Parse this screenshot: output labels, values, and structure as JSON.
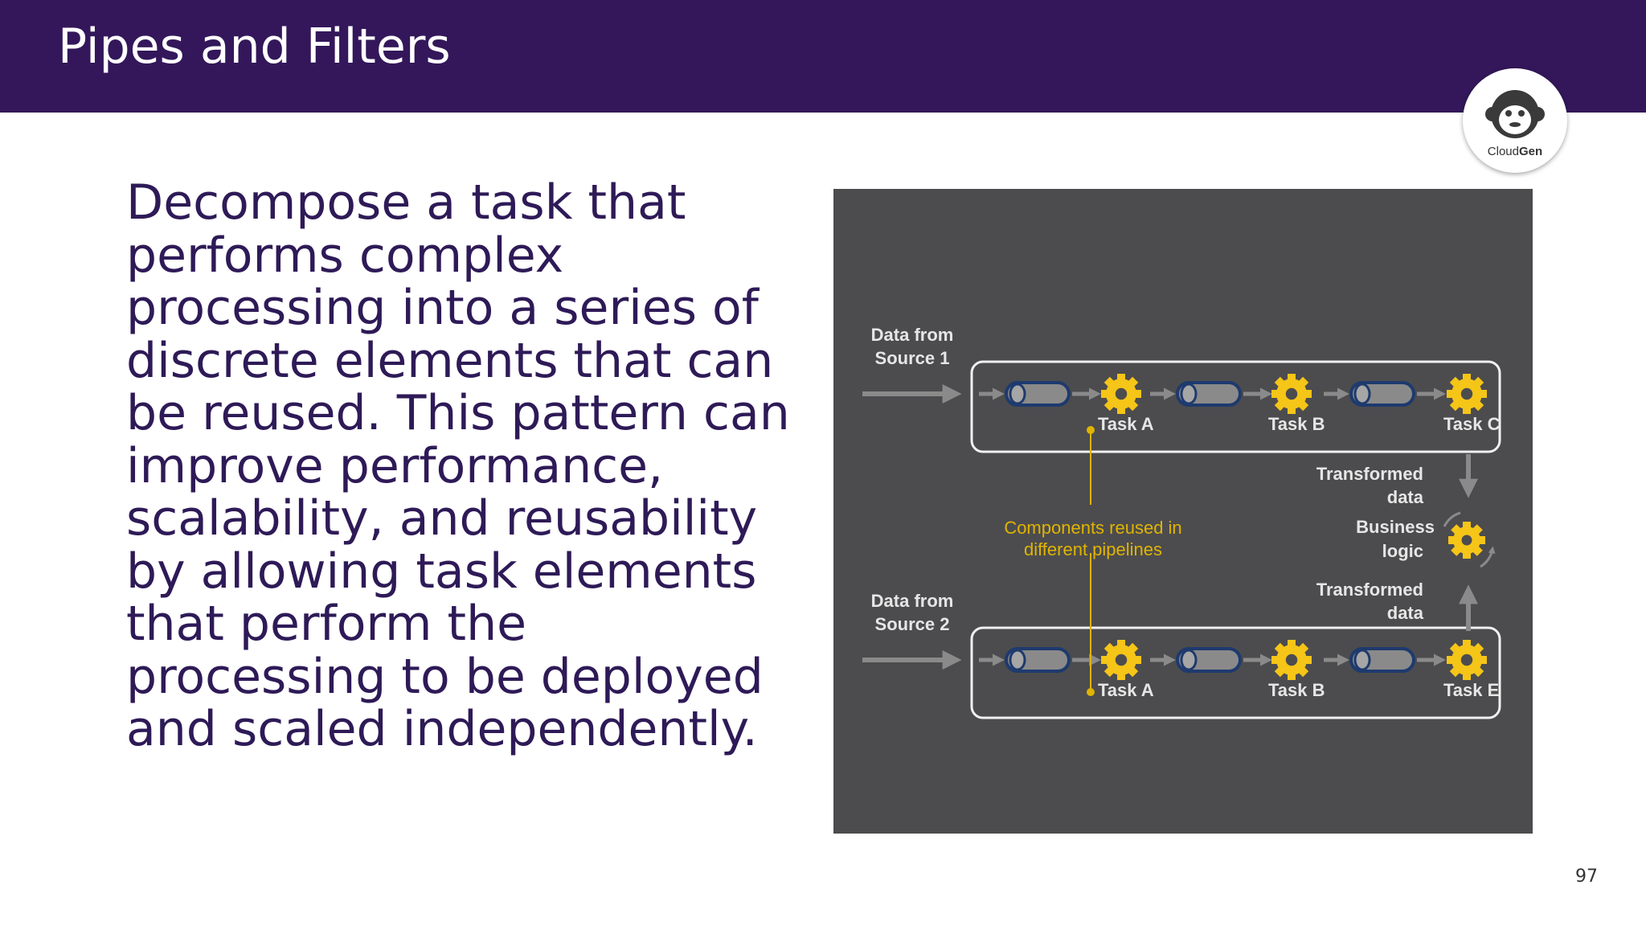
{
  "slide": {
    "title": "Pipes and Filters",
    "body": "Decompose a task that performs complex processing into a series of discrete elements that can be reused. This pattern can improve performance, scalability, and reusability by allowing task elements that perform the processing to be deployed and scaled independently.",
    "page_number": "97"
  },
  "logo": {
    "icon": "monkey-icon",
    "text_light": "Cloud",
    "text_bold": "Gen"
  },
  "diagram": {
    "source1": [
      "Data from",
      "Source 1"
    ],
    "source2": [
      "Data from",
      "Source 2"
    ],
    "pipeline1_tasks": [
      "Task A",
      "Task B",
      "Task C"
    ],
    "pipeline2_tasks": [
      "Task A",
      "Task B",
      "Task E"
    ],
    "transformed_top": [
      "Transformed",
      "data"
    ],
    "business_logic": [
      "Business",
      "logic"
    ],
    "transformed_bottom": [
      "Transformed",
      "data"
    ],
    "reused_note": [
      "Components reused in",
      "different pipelines"
    ]
  },
  "colors": {
    "header": "#33175a",
    "text": "#2e1a57",
    "diagram_bg": "#4c4c4e",
    "gear": "#f5c518",
    "pipe": "#8a8a8a",
    "pipe_outline": "#1e3a6e",
    "note": "#e0b400"
  }
}
